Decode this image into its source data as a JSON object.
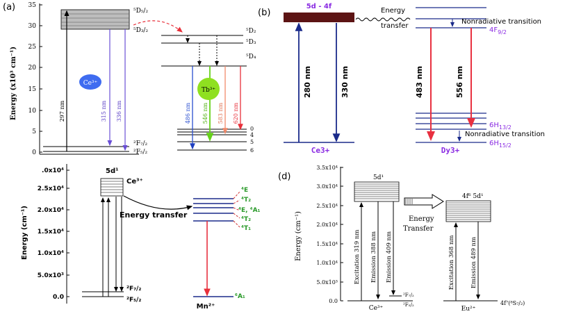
{
  "panel_a": {
    "label": "(a)",
    "ylabel": "Energy (x10³ cm⁻¹)",
    "yticks": [
      "0",
      "5",
      "10",
      "15",
      "20",
      "25",
      "30",
      "35"
    ],
    "ce": {
      "label": "Ce³⁺",
      "level_5d52": "⁵D₅/₂",
      "level_5d32": "⁵D₃/₂",
      "level_2f72": "²F₇/₂",
      "level_2f52": "²F₅/₂",
      "abs": "297 nm",
      "em1": "315 nm",
      "em2": "336 nm"
    },
    "tb": {
      "label": "Tb³⁺",
      "level_5d2": "⁵D₂",
      "level_5d3": "⁵D₃",
      "level_5d4": "⁵D₄",
      "em": [
        "486 nm",
        "546 nm",
        "583 nm",
        "620 nm"
      ],
      "ground": [
        "0",
        "4",
        "5",
        "6"
      ]
    }
  },
  "panel_b": {
    "label": "(b)",
    "level_5d4f": "5d - 4f",
    "energy_transfer": "Energy\ntransfer",
    "nonrad1": "Nonradiative transition",
    "nonrad2": "Nonradiative transition",
    "level_4f92": "4F9/2",
    "level_6h132": "6H13/2",
    "level_6h152": "6H15/2",
    "ce": "Ce3+",
    "dy": "Dy3+",
    "ce_abs": "280 nm",
    "ce_em": "330 nm",
    "dy_em1": "483 nm",
    "dy_em2": "556 nm"
  },
  "panel_c": {
    "ylabel": "Energy (cm⁻¹)",
    "yticks": [
      "0.0",
      "5.0x10³",
      "1.0x10⁴",
      "1.5x10⁴",
      "2.0x10⁴",
      "2.5x10⁴",
      ".0x10⁴"
    ],
    "level_5d1": "5d¹",
    "ce": "Ce³⁺",
    "energy_transfer": "Energy transfer",
    "level_2f72": "²F₇/₂",
    "level_2f52": "²F₅/₂",
    "mn": "Mn²⁺",
    "mn_levels": [
      "⁴E",
      "⁴T₂",
      "⁴E, ⁴A₁",
      "⁴T₂",
      "⁴T₁"
    ],
    "mn_ground": "⁶A₁"
  },
  "panel_d": {
    "label": "(d)",
    "ylabel": "Energy (cm⁻¹)",
    "yticks": [
      "0.0",
      "5.0x10³",
      "1.0x10⁴",
      "1.5x10⁴",
      "2.0x10⁴",
      "2.5x10⁴",
      "3.0x10⁴",
      "3.5x10⁴"
    ],
    "level_5d1": "5d¹",
    "exc_ce": "Excitation 319 nm",
    "em1": "Emission 388 nm",
    "em2": "Emission 409 nm",
    "ce_f72": "²F₇/₂",
    "ce_f52": "²F₅/₂",
    "ce": "Ce³⁺",
    "energy_transfer": "Energy\nTransfer",
    "eu_level": "4f⁶ 5d¹",
    "exc_eu": "Excitation 368 nm",
    "em_eu": "Emission 489 nm",
    "eu_ground": "4f⁷(⁸S₇/₂)",
    "eu": "Eu²⁺"
  }
}
